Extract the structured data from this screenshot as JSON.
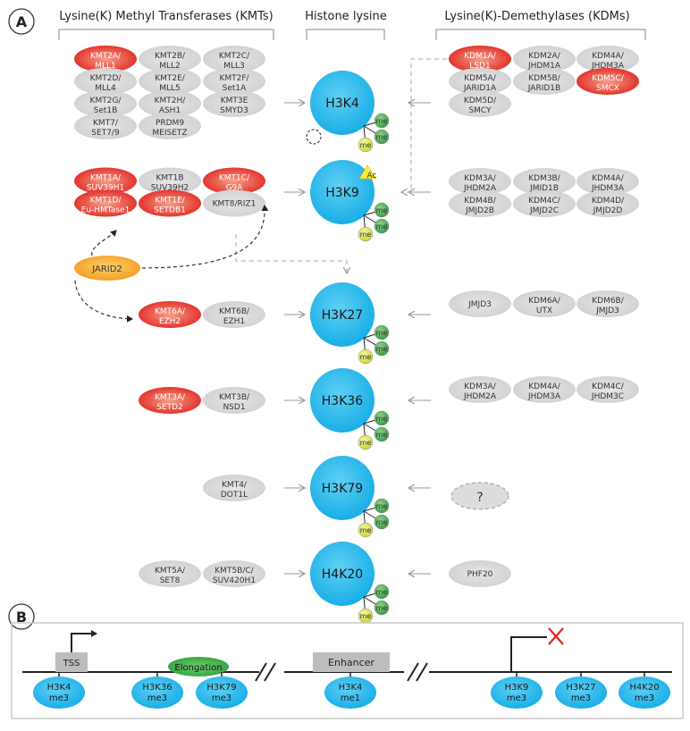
{
  "panels": {
    "a": "A",
    "b": "B"
  },
  "headers": {
    "kmt": "Lysine(K) Methyl Transferases (KMTs)",
    "histone": "Histone lysine",
    "kdm": "Lysine(K)-Demethylases (KDMs)"
  },
  "marks": {
    "me": "me",
    "ac": "Ac",
    "unknown": "?"
  },
  "rows": [
    {
      "histone": "H3K4",
      "writers": [
        {
          "l1": "KMT2A/",
          "l2": "MLL1",
          "red": true
        },
        {
          "l1": "KMT2B/",
          "l2": "MLL2"
        },
        {
          "l1": "KMT2C/",
          "l2": "MLL3"
        },
        {
          "l1": "KMT2D/",
          "l2": "MLL4"
        },
        {
          "l1": "KMT2E/",
          "l2": "MLL5"
        },
        {
          "l1": "KMT2F/",
          "l2": "Set1A"
        },
        {
          "l1": "KMT2G/",
          "l2": "Set1B"
        },
        {
          "l1": "KMT2H/",
          "l2": "ASH1"
        },
        {
          "l1": "KMT3E",
          "l2": "SMYD3"
        },
        {
          "l1": "KMT7/",
          "l2": "SET7/9"
        },
        {
          "l1": "PRDM9",
          "l2": "MEISETZ"
        }
      ],
      "erasers": [
        {
          "l1": "KDM1A/",
          "l2": "LSD1",
          "red": true
        },
        {
          "l1": "KDM2A/",
          "l2": "JHDM1A"
        },
        {
          "l1": "KDM4A/",
          "l2": "JHDM3A"
        },
        {
          "l1": "KDM5A/",
          "l2": "JARID1A"
        },
        {
          "l1": "KDM5B/",
          "l2": "JARID1B"
        },
        {
          "l1": "KDM5C/",
          "l2": "SMCX",
          "red": true
        },
        {
          "l1": "KDM5D/",
          "l2": "SMCY"
        }
      ]
    },
    {
      "histone": "H3K9",
      "writers": [
        {
          "l1": "KMT1A/",
          "l2": "SUV39H1",
          "red": true
        },
        {
          "l1": "KMT1B",
          "l2": "SUV39H2"
        },
        {
          "l1": "KMT1C/",
          "l2": "G9A",
          "red": true
        },
        {
          "l1": "KMT1D/",
          "l2": "Eu-HMTase1",
          "red": true
        },
        {
          "l1": "KMT1E/",
          "l2": "SETDB1",
          "red": true
        },
        {
          "l1": "KMT8/RIZ1",
          "l2": ""
        }
      ],
      "erasers": [
        {
          "l1": "KDM3A/",
          "l2": "JHDM2A"
        },
        {
          "l1": "KDM3B/",
          "l2": "JMJD1B"
        },
        {
          "l1": "KDM4A/",
          "l2": "JHDM3A"
        },
        {
          "l1": "KDM4B/",
          "l2": "JMJD2B"
        },
        {
          "l1": "KDM4C/",
          "l2": "JMJD2C"
        },
        {
          "l1": "KDM4D/",
          "l2": "JMJD2D"
        }
      ]
    },
    {
      "histone": "H3K27",
      "writers": [
        {
          "l1": "KMT6A/",
          "l2": "EZH2",
          "red": true
        },
        {
          "l1": "KMT6B/",
          "l2": "EZH1"
        }
      ],
      "erasers": [
        {
          "l1": "JMJD3",
          "l2": ""
        },
        {
          "l1": "KDM6A/",
          "l2": "UTX"
        },
        {
          "l1": "KDM6B/",
          "l2": "JMJD3"
        }
      ]
    },
    {
      "histone": "H3K36",
      "writers": [
        {
          "l1": "KMT3A/",
          "l2": "SETD2",
          "red": true
        },
        {
          "l1": "KMT3B/",
          "l2": "NSD1"
        }
      ],
      "erasers": [
        {
          "l1": "KDM3A/",
          "l2": "JHDM2A"
        },
        {
          "l1": "KDM4A/",
          "l2": "JHDM3A"
        },
        {
          "l1": "KDM4C/",
          "l2": "JHDM3C"
        }
      ]
    },
    {
      "histone": "H3K79",
      "writers": [
        {
          "l1": "KMT4/",
          "l2": "DOT1L"
        }
      ],
      "erasers": []
    },
    {
      "histone": "H4K20",
      "writers": [
        {
          "l1": "KMT5A/",
          "l2": "SET8"
        },
        {
          "l1": "KMT5B/C/",
          "l2": "SUV420H1"
        }
      ],
      "erasers": [
        {
          "l1": "PHF20",
          "l2": ""
        }
      ]
    }
  ],
  "jarid2": "JARID2",
  "panelB": {
    "tss": "TSS",
    "elongation": "Elongation",
    "enhancer": "Enhancer",
    "states": [
      {
        "l1": "H3K4",
        "l2": "me3"
      },
      {
        "l1": "H3K36",
        "l2": "me3"
      },
      {
        "l1": "H3K79",
        "l2": "me3"
      },
      {
        "l1": "H3K4",
        "l2": "me1"
      },
      {
        "l1": "H3K9",
        "l2": "me3"
      },
      {
        "l1": "H3K27",
        "l2": "me3"
      },
      {
        "l1": "H4K20",
        "l2": "me3"
      }
    ]
  }
}
